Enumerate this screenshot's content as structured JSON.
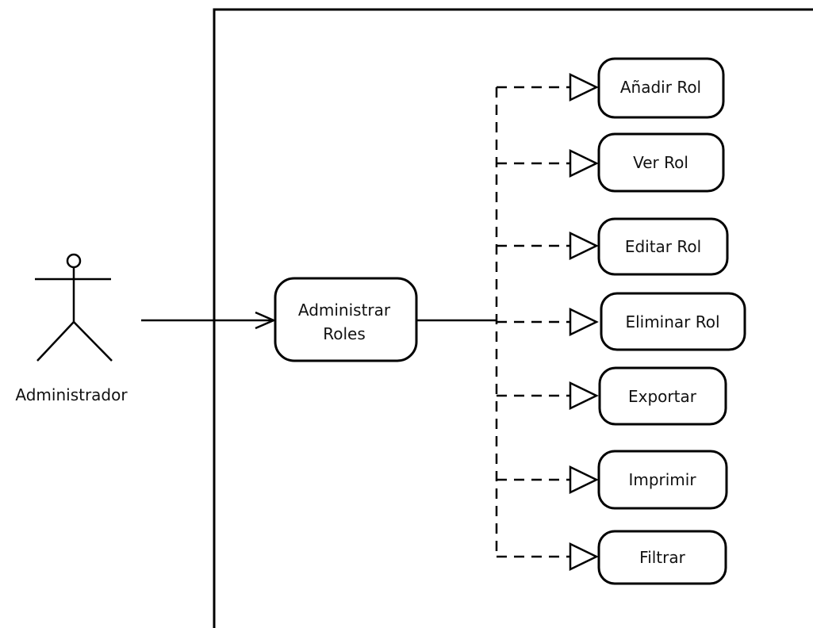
{
  "actor": {
    "name": "Administrador",
    "icon": "stick-figure-actor-icon"
  },
  "main_use_case": {
    "lines": [
      "Administrar",
      "Roles"
    ]
  },
  "sub_use_cases": [
    {
      "id": "add-role",
      "label": "Añadir Rol"
    },
    {
      "id": "view-role",
      "label": "Ver Rol"
    },
    {
      "id": "edit-role",
      "label": "Editar Rol"
    },
    {
      "id": "delete-role",
      "label": "Eliminar Rol"
    },
    {
      "id": "export",
      "label": "Exportar"
    },
    {
      "id": "print",
      "label": "Imprimir"
    },
    {
      "id": "filter",
      "label": "Filtrar"
    }
  ],
  "colors": {
    "stroke": "#000000",
    "background": "#ffffff",
    "text": "#111111"
  }
}
